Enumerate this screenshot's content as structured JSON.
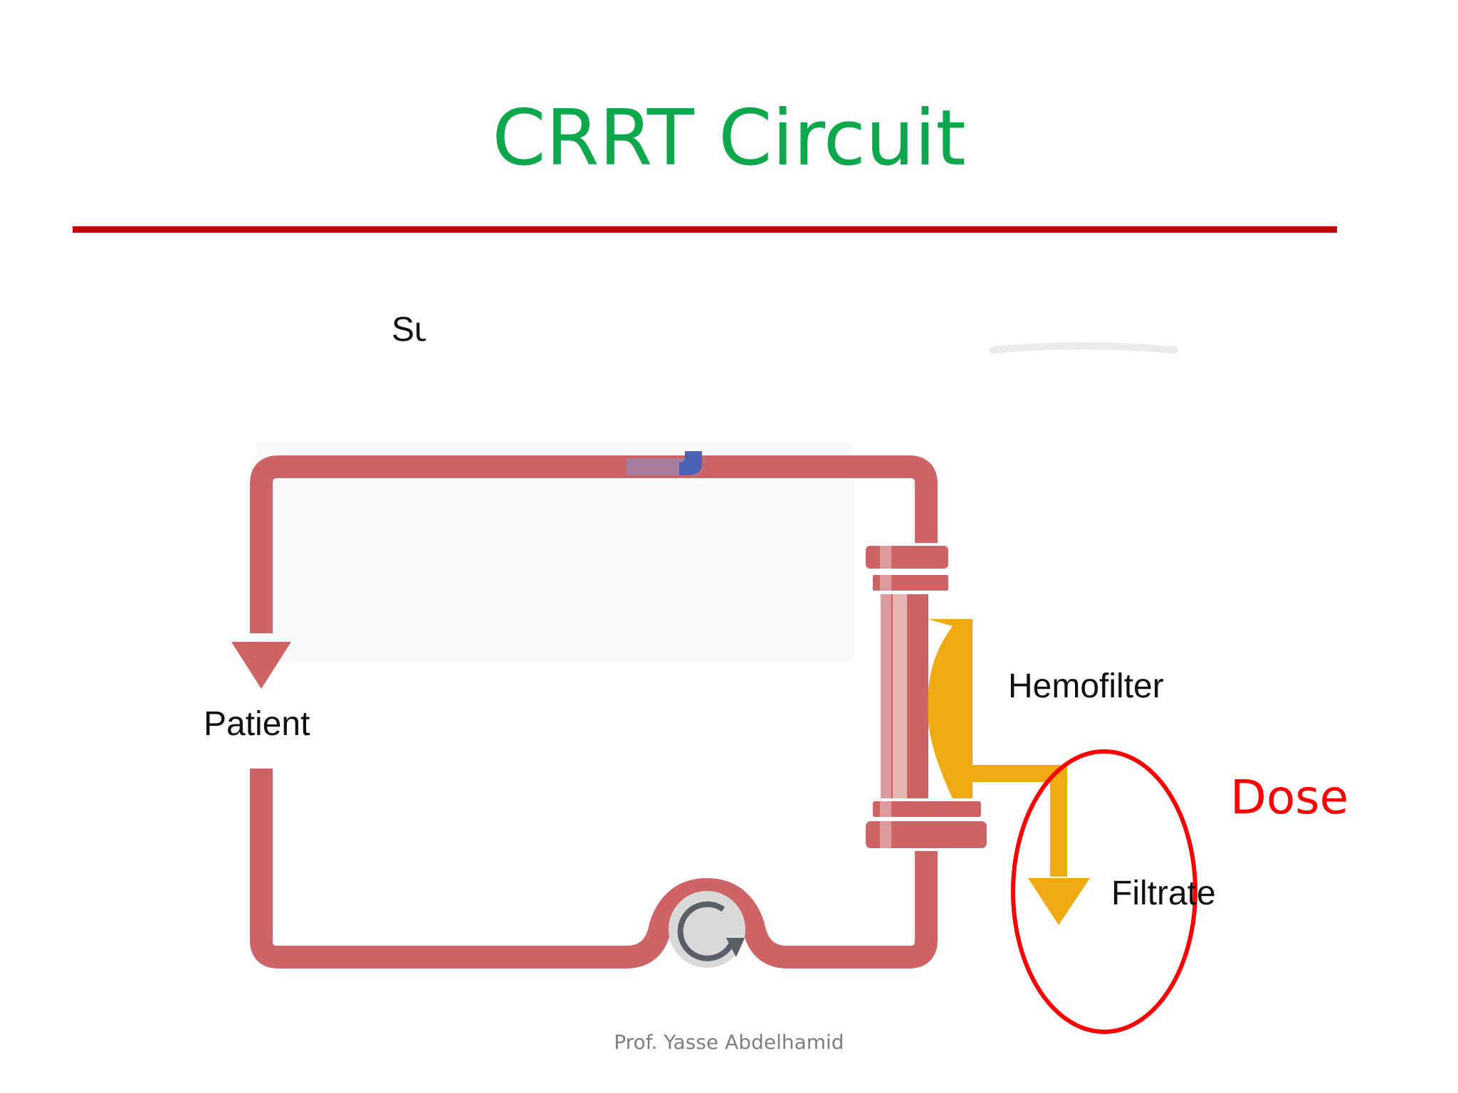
{
  "slide": {
    "title": "CRRT Circuit",
    "footer": "Prof. Yasse Abdelhamid"
  },
  "diagram": {
    "labels": {
      "supply_partial": "Su",
      "patient": "Patient",
      "hemofilter": "Hemofilter",
      "filtrate": "Filtrate",
      "dose": "Dose"
    },
    "colors": {
      "blood_line": "#cd6566",
      "filtrate_line": "#f0a912",
      "highlight_ellipse": "#ff0000",
      "title": "#0ea84c",
      "rule": "#c00000",
      "pump": "#5a5f66"
    },
    "icons": [
      "down-arrow-icon",
      "pump-rotation-icon"
    ]
  }
}
